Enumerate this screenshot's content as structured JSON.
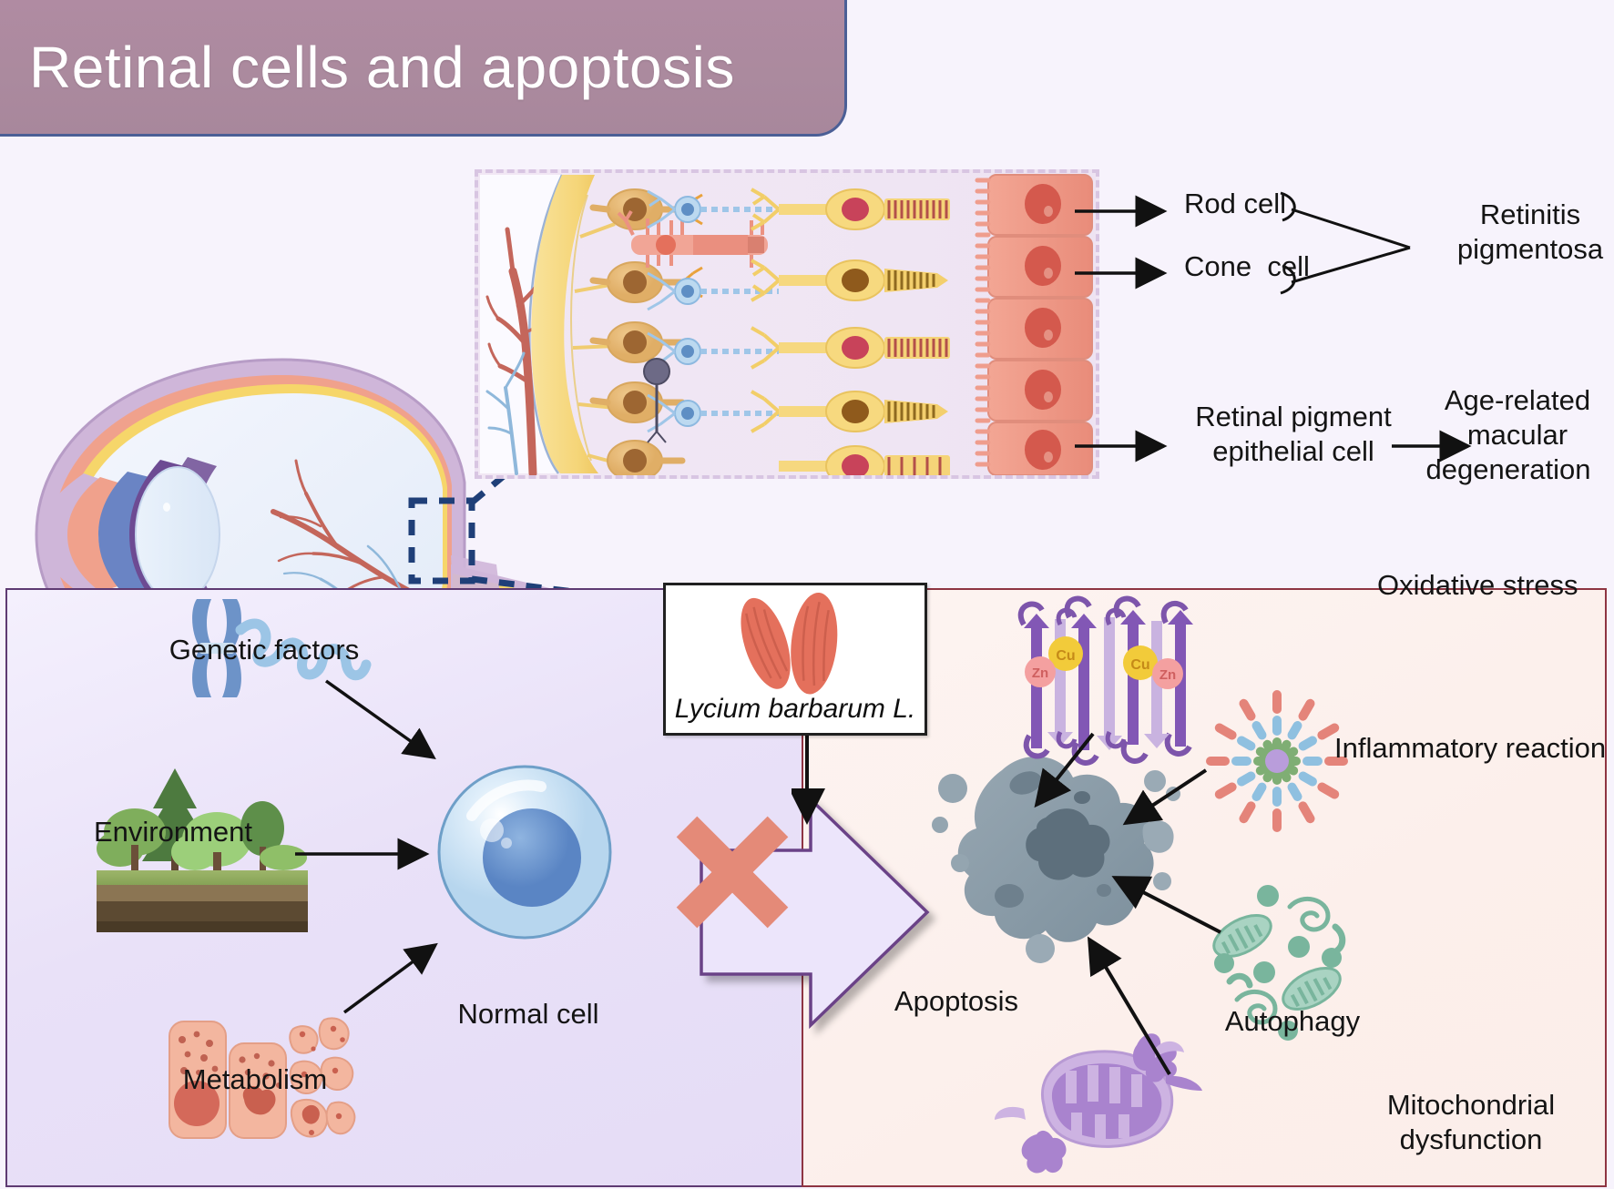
{
  "title": {
    "text": "Retinal cells and apoptosis"
  },
  "top_section": {
    "eye_diagram": {
      "name": "human eye cross-section"
    },
    "retina_detail": {
      "name": "retina layer cross-section"
    },
    "labels": {
      "rod_cell": "Rod cell",
      "cone_cell": "Cone  cell",
      "rpe_cell_line1": "Retinal pigment",
      "rpe_cell_line2": "epithelial cell",
      "retinitis_line1": "Retinitis",
      "retinitis_line2": "pigmentosa",
      "amd_line1": "Age-related",
      "amd_line2": "macular",
      "amd_line3": "degeneration"
    }
  },
  "bottom_section": {
    "left_panel": {
      "items": [
        {
          "label": "Genetic factors",
          "icon": "chromosome-icon"
        },
        {
          "label": "Environment",
          "icon": "forest-soil-icon"
        },
        {
          "label": "Metabolism",
          "icon": "cell-metabolism-icon"
        }
      ],
      "center": {
        "label": "Normal cell",
        "icon": "normal-cell-icon"
      }
    },
    "treatment": {
      "name": "Lycium barbarum L.",
      "icon": "goji-berries-icon",
      "blocker": "x-mark"
    },
    "right_panel": {
      "center": {
        "label": "Apoptosis",
        "icon": "apoptotic-cell-icon"
      },
      "items": [
        {
          "label": "Oxidative stress",
          "icon": "sod-enzyme-icon",
          "ligands": [
            "Cu",
            "Zn",
            "Cu",
            "Zn"
          ]
        },
        {
          "label": "Inflammatory reaction",
          "icon": "cytokine-burst-icon"
        },
        {
          "label": "Autophagy",
          "icon": "autophagosome-icon"
        },
        {
          "label": "Mitochondrial dysfunction",
          "label_line1": "Mitochondrial",
          "label_line2": "dysfunction",
          "icon": "damaged-mitochondrion-icon"
        }
      ]
    }
  },
  "colors": {
    "banner": "#ab8a9e",
    "banner_border": "#4b5f96",
    "page_bg": "#f7f3fc",
    "left_panel_bg": "#e7dff7",
    "left_panel_border": "#5e3a72",
    "right_panel_bg": "#fcefeb",
    "right_panel_border": "#8e3442",
    "x_mark": "#e48a78",
    "arrow_fill": "#ece5fb",
    "arrow_stroke": "#6b4287",
    "callout_dash": "#1f3f78",
    "rod_yellow": "#f6d66a",
    "rpe_salmon": "#ef9d8d",
    "apoptosis_gray": "#8a9aa6",
    "sod_purple": "#8e6bbd",
    "cu_yellow": "#f2cb3a",
    "zn_pink": "#f4a0a0",
    "autophagy_green": "#79b59d",
    "mito_purple": "#a983ce"
  }
}
